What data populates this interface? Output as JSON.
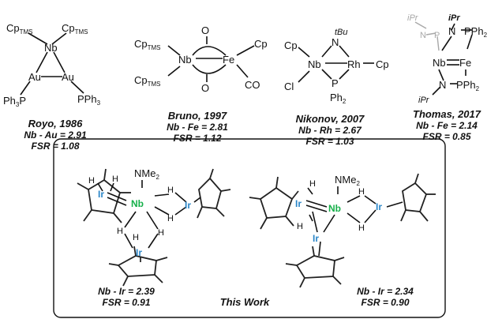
{
  "colors": {
    "iridium": "#2a86c8",
    "niobium": "#16b04a",
    "faded": "#a8a8a8",
    "ink": "#111111"
  },
  "references": [
    {
      "author": "Royo, 1986",
      "distance": "Nb - Au = 2.91",
      "fsr": "FSR = 1.08"
    },
    {
      "author": "Bruno, 1997",
      "distance": "Nb - Fe = 2.81",
      "fsr": "FSR = 1.12"
    },
    {
      "author": "Nikonov, 2007",
      "distance": "Nb - Rh = 2.67",
      "fsr": "FSR = 1.03"
    },
    {
      "author": "Thomas, 2017",
      "distance": "Nb - Fe = 2.14",
      "fsr": "FSR = 0.85"
    }
  ],
  "this_work": {
    "label": "This Work",
    "left": {
      "distance": "Nb - Ir = 2.39",
      "fsr": "FSR = 0.91"
    },
    "right": {
      "distance": "Nb - Ir = 2.34",
      "fsr": "FSR = 0.90"
    }
  },
  "atoms": {
    "cp": "Cp",
    "tms": "TMS",
    "nb": "Nb",
    "au": "Au",
    "fe": "Fe",
    "rh": "Rh",
    "ir": "Ir",
    "ph": "Ph",
    "p": "P",
    "pph": "PPh",
    "pph3": "PPh",
    "three": "3",
    "two": "2",
    "o": "O",
    "co": "CO",
    "n": "N",
    "tbu": "tBu",
    "ipr": "iPr",
    "cl": "Cl",
    "h": "H",
    "nme": "NMe"
  }
}
